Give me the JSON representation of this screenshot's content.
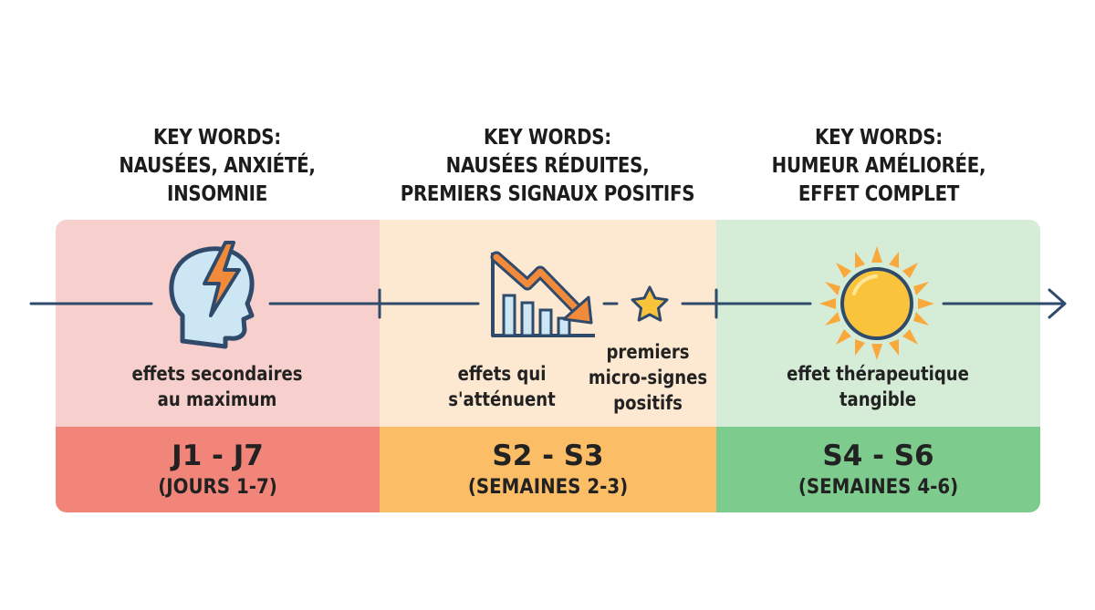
{
  "keywords": [
    {
      "title": "KEY WORDS:",
      "lines": [
        "NAUSÉES, ANXIÉTÉ,",
        "INSOMNIE"
      ]
    },
    {
      "title": "KEY WORDS:",
      "lines": [
        "NAUSÉES RÉDUITES,",
        "PREMIERS SIGNAUX POSITIFS"
      ]
    },
    {
      "title": "KEY WORDS:",
      "lines": [
        "HUMEUR AMÉLIORÉE,",
        "EFFET COMPLET"
      ]
    }
  ],
  "phases": [
    {
      "code": "J1 - J7",
      "sub": "(JOURS 1-7)",
      "color": "#f2857a",
      "panel_color": "#f7cfcc",
      "desc": [
        "effets secondaires",
        "au maximum"
      ],
      "icon": "head-lightning-icon"
    },
    {
      "code": "S2 - S3",
      "sub": "(SEMAINES 2-3)",
      "color": "#fbbd66",
      "panel_color": "#fde8d1",
      "desc": [
        "effets qui",
        "s'atténuent"
      ],
      "icon": "declining-chart-icon",
      "desc_extra": [
        "premiers",
        "micro-signes",
        "positifs"
      ],
      "icon_extra": "star-icon"
    },
    {
      "code": "S4 - S6",
      "sub": "(SEMAINES 4-6)",
      "color": "#7ecb8e",
      "panel_color": "#d5ecd7",
      "desc": [
        "effet thérapeutique",
        "tangible"
      ],
      "icon": "sun-icon"
    }
  ],
  "timeline_color": "#2f4a6b"
}
